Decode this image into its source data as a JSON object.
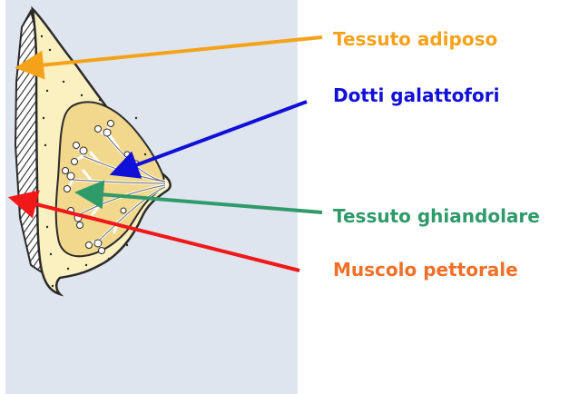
{
  "labels": {
    "adipose_tissue": "Tessuto adiposo",
    "milk_ducts": "Dotti galattofori",
    "glandular_tissue": "Tessuto ghiandolare",
    "pectoral_muscle": "Muscolo pettorale"
  },
  "colors": {
    "background_panel": "#dfe5ef",
    "fat_fill": "#faf0c0",
    "gland_fill": "#f1d88c",
    "outline": "#2a2a2a",
    "adipose_arrow": "#f5a21b",
    "adipose_text": "#f5a21b",
    "ducts_arrow": "#1010d8",
    "ducts_text": "#1010d8",
    "gland_arrow": "#2f9a6a",
    "gland_text": "#2f9a6a",
    "muscle_arrow": "#f01818",
    "muscle_text": "#f07028"
  }
}
